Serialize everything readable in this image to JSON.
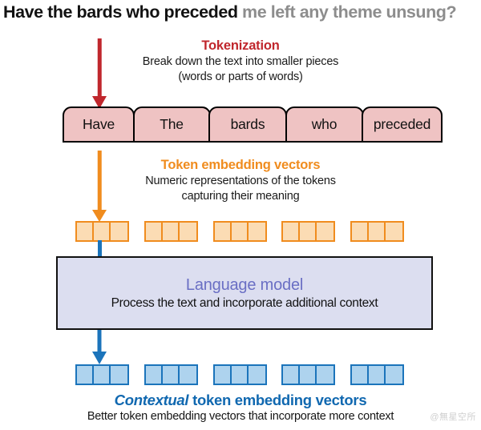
{
  "title": {
    "highlighted": "Have the bards who preceded",
    "muted": " me left any theme unsung?"
  },
  "stages": {
    "tokenization": {
      "heading": "Tokenization",
      "sub_line1": "Break down the text into smaller pieces",
      "sub_line2": "(words or parts of words)",
      "color": "#c0272d"
    },
    "token_embedding": {
      "heading": "Token embedding vectors",
      "sub_line1": "Numeric representations of the tokens",
      "sub_line2": "capturing their meaning",
      "color": "#f08c1e"
    },
    "language_model": {
      "heading": "Language model",
      "sub_line1": "Process the text and incorporate additional context",
      "heading_color": "#6a6fc4",
      "fill_color": "#dcdef0"
    },
    "contextual_embedding": {
      "heading_italic": "Contextual",
      "heading_rest": " token embedding vectors",
      "sub_line1": "Better token embedding vectors that incorporate more context",
      "color": "#1068b0"
    }
  },
  "tokens": [
    {
      "label": "Have",
      "width": 90
    },
    {
      "label": "The",
      "width": 97
    },
    {
      "label": "bards",
      "width": 98
    },
    {
      "label": "who",
      "width": 98
    },
    {
      "label": "preceded",
      "width": 101
    }
  ],
  "token_embedding_vectors": [
    {
      "cells": 3
    },
    {
      "cells": 3
    },
    {
      "cells": 3
    },
    {
      "cells": 3
    },
    {
      "cells": 3
    }
  ],
  "contextual_embedding_vectors": [
    {
      "cells": 3
    },
    {
      "cells": 3
    },
    {
      "cells": 3
    },
    {
      "cells": 3
    },
    {
      "cells": 3
    }
  ],
  "arrows": {
    "tokenization_arrow": {
      "color": "#c0272d",
      "direction": "down"
    },
    "embedding_arrow": {
      "color": "#f08c1e",
      "direction": "down"
    },
    "into_model_arrow": {
      "color": "#1b74bb",
      "direction": "down"
    },
    "out_of_model_arrow": {
      "color": "#1b74bb",
      "direction": "down"
    }
  },
  "watermark": "@無星空所"
}
